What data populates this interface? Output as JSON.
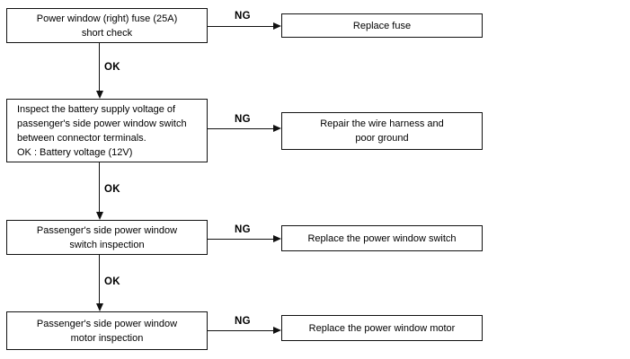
{
  "flowchart": {
    "colors": {
      "line": "#111111",
      "background": "#ffffff",
      "text": "#000000"
    },
    "steps": [
      {
        "check": "Power window (right) fuse (25A)\nshort check",
        "ng_label": "NG",
        "ng_action": "Replace fuse",
        "ok_label": "OK"
      },
      {
        "check": "Inspect the battery supply voltage of\npassenger's side power window switch\nbetween connector terminals.\nOK : Battery voltage (12V)",
        "ng_label": "NG",
        "ng_action": "Repair the wire harness and\npoor ground",
        "ok_label": "OK"
      },
      {
        "check": "Passenger's side power window\nswitch inspection",
        "ng_label": "NG",
        "ng_action": "Replace the power window switch",
        "ok_label": "OK"
      },
      {
        "check": "Passenger's side power window\nmotor inspection",
        "ng_label": "NG",
        "ng_action": "Replace the power window motor"
      }
    ]
  }
}
